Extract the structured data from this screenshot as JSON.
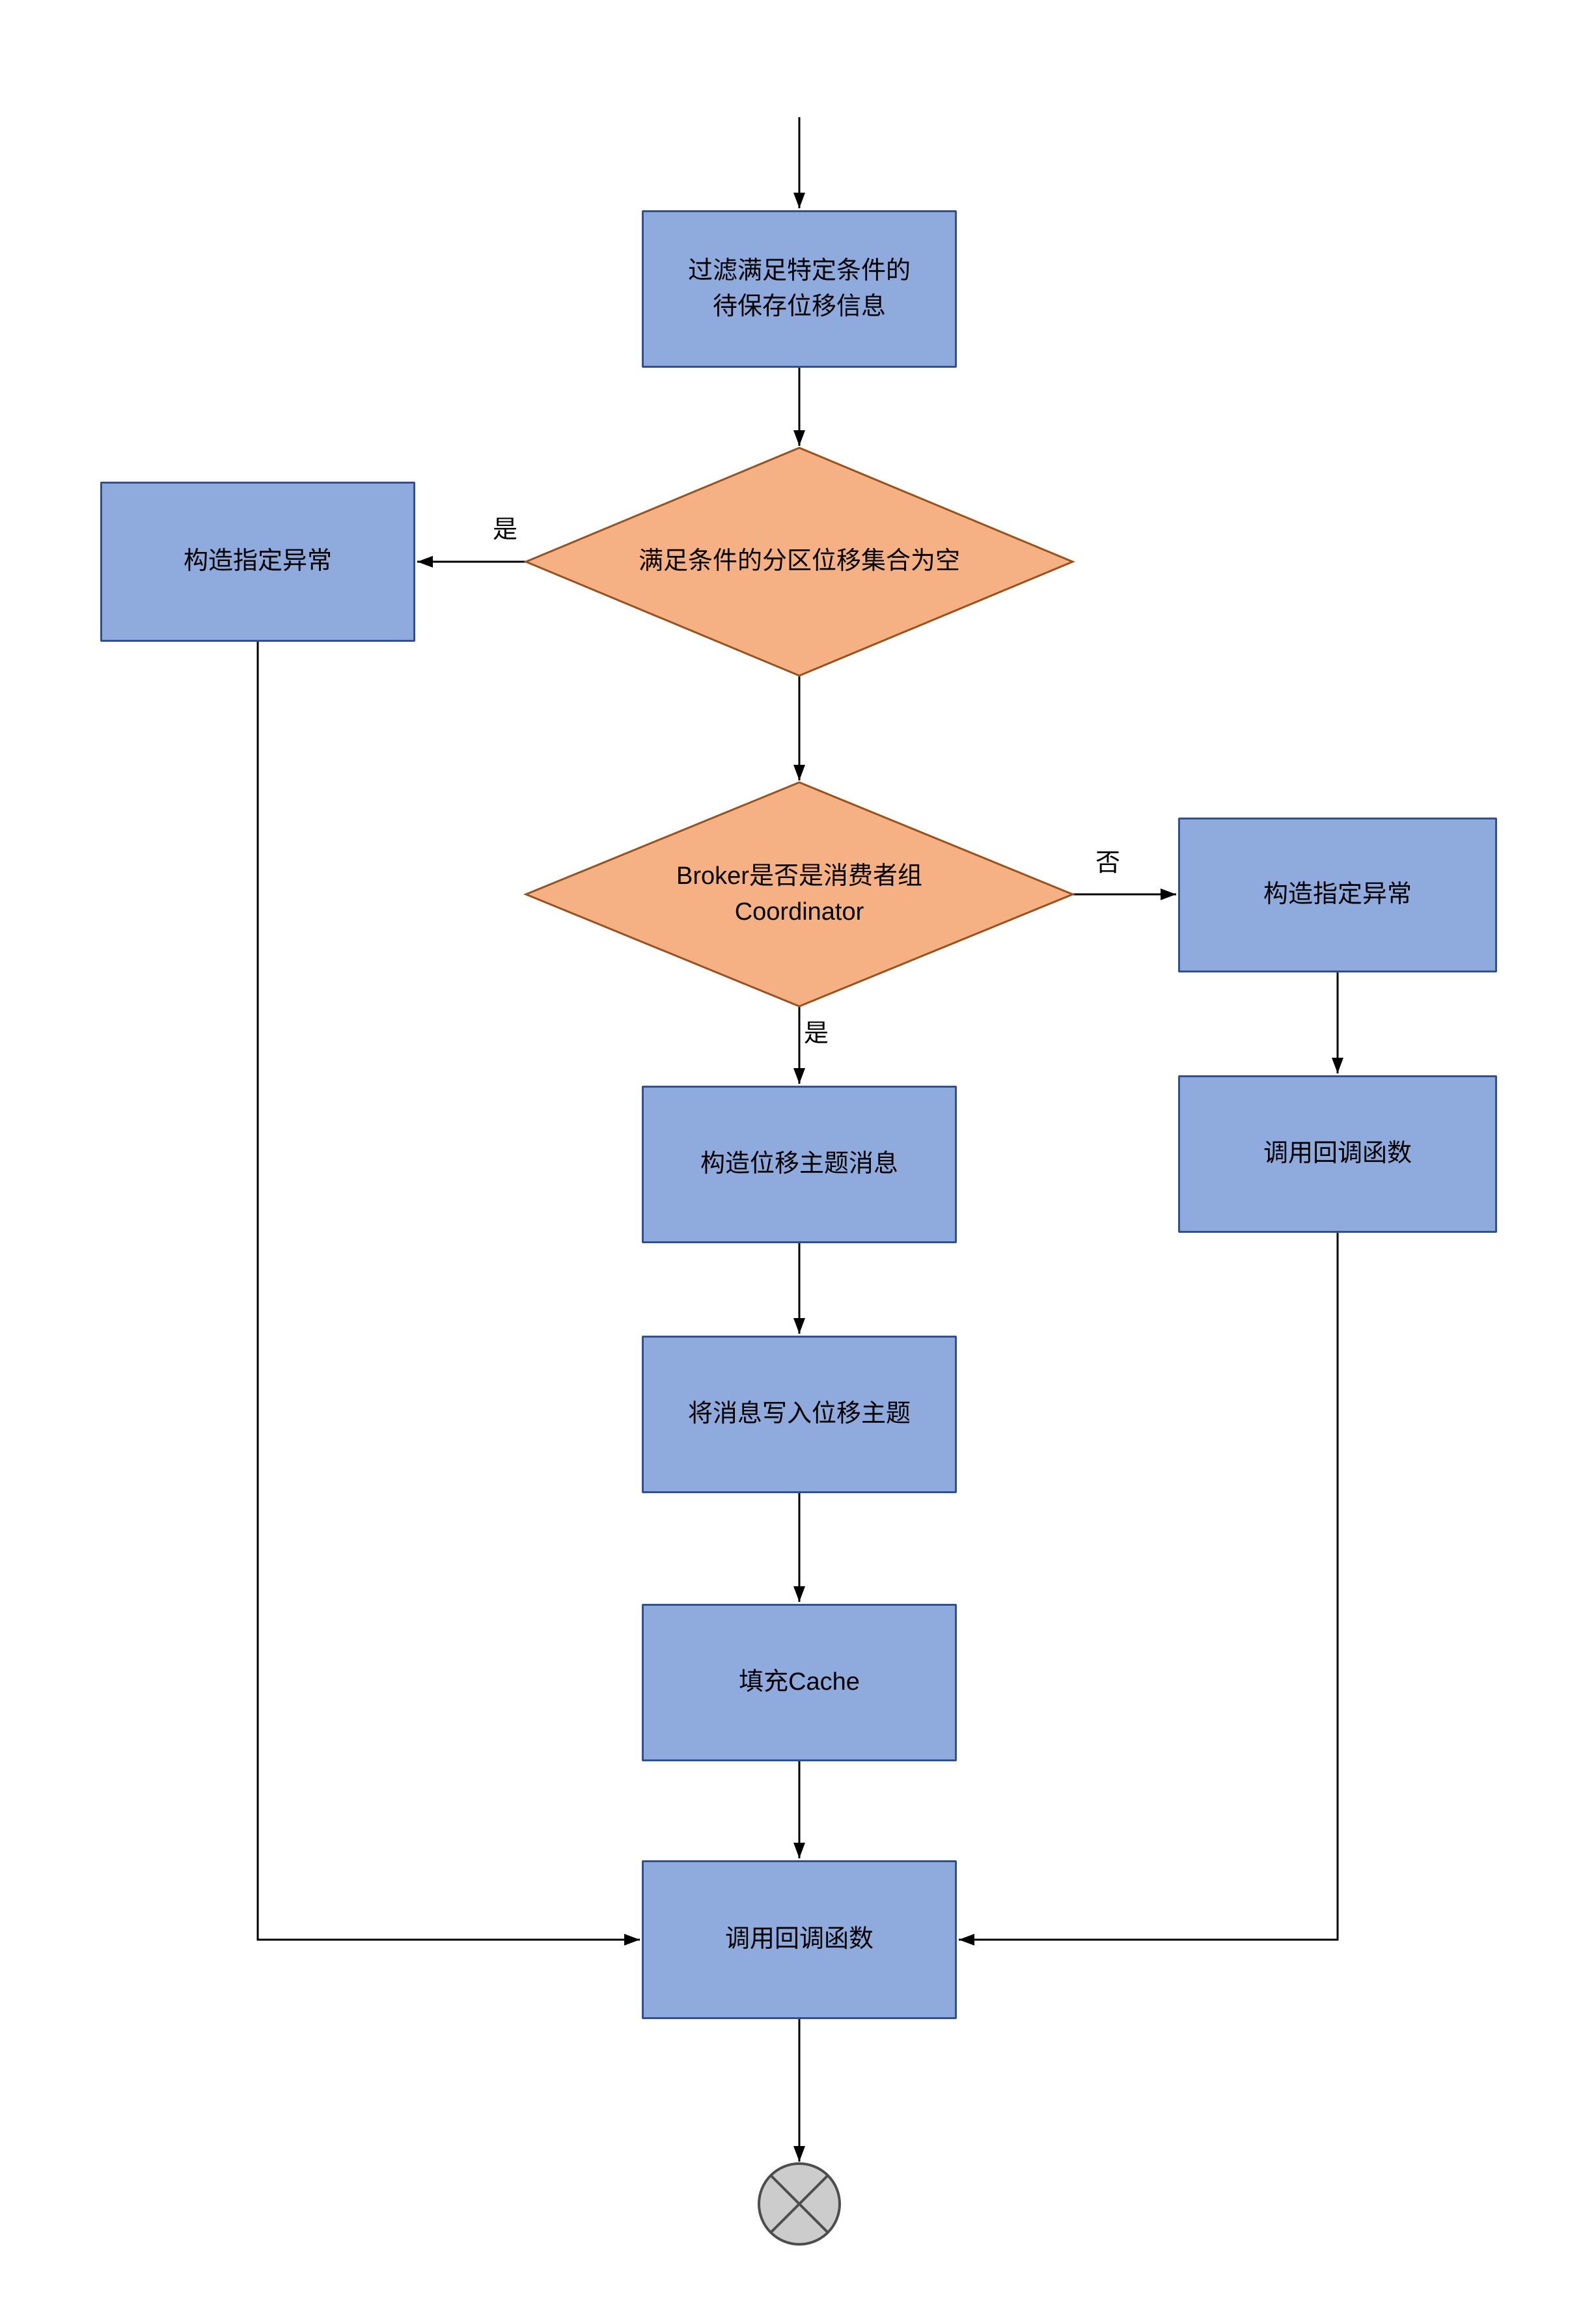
{
  "diagram": {
    "colors": {
      "process_fill": "#8FAADC",
      "process_stroke": "#31518B",
      "decision_fill": "#F5B183",
      "decision_stroke": "#99521D",
      "line": "#000000",
      "end_fill": "#CCCCCC",
      "end_stroke": "#4D4D4D"
    },
    "nodes": {
      "filter": {
        "line1": "过滤满足特定条件的",
        "line2": "待保存位移信息"
      },
      "empty_check": {
        "label": "满足条件的分区位移集合为空"
      },
      "left_exception": {
        "label": "构造指定异常"
      },
      "coordinator_check": {
        "line1": "Broker是否是消费者组",
        "line2": "Coordinator"
      },
      "right_exception": {
        "label": "构造指定异常"
      },
      "right_callback": {
        "label": "调用回调函数"
      },
      "build_message": {
        "label": "构造位移主题消息"
      },
      "write_topic": {
        "label": "将消息写入位移主题"
      },
      "fill_cache": {
        "label": "填充Cache"
      },
      "final_callback": {
        "label": "调用回调函数"
      }
    },
    "edge_labels": {
      "empty_yes": "是",
      "coordinator_no": "否",
      "coordinator_yes": "是"
    }
  }
}
